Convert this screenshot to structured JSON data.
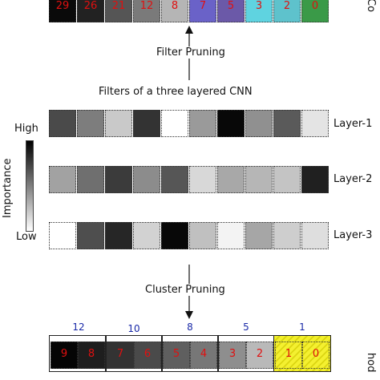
{
  "top_numbers": [
    "29",
    "26",
    "21",
    "12",
    "8",
    "7",
    "5",
    "3",
    "2",
    "0"
  ],
  "top_right_label": "Co",
  "filter_pruning_label": "Filter Pruning",
  "cnn_title": "Filters of a three layered CNN",
  "importance_axis": {
    "high": "High",
    "low": "Low",
    "label": "Importance"
  },
  "layers": [
    {
      "name": "Layer-1",
      "grays": [
        "#4a4a4a",
        "#7d7d7d",
        "#c9c9c9",
        "#333333",
        "#ffffff",
        "#9a9a9a",
        "#080808",
        "#909090",
        "#5a5a5a",
        "#e4e4e4"
      ]
    },
    {
      "name": "Layer-2",
      "grays": [
        "#a2a2a2",
        "#6f6f6f",
        "#3b3b3b",
        "#8c8c8c",
        "#565656",
        "#d8d8d8",
        "#a8a8a8",
        "#b6b6b6",
        "#c4c4c4",
        "#202020"
      ]
    },
    {
      "name": "Layer-3",
      "grays": [
        "#ffffff",
        "#4e4e4e",
        "#262626",
        "#d2d2d2",
        "#080808",
        "#c0c0c0",
        "#f3f3f3",
        "#a6a6a6",
        "#cecece",
        "#dedede"
      ]
    }
  ],
  "cluster_pruning_label": "Cluster Pruning",
  "cluster_counts": [
    "12",
    "10",
    "8",
    "5",
    "1"
  ],
  "bottom_numbers": [
    "9",
    "8",
    "7",
    "6",
    "5",
    "4",
    "3",
    "2",
    "1",
    "0"
  ],
  "bottom_right_label": "hod"
}
